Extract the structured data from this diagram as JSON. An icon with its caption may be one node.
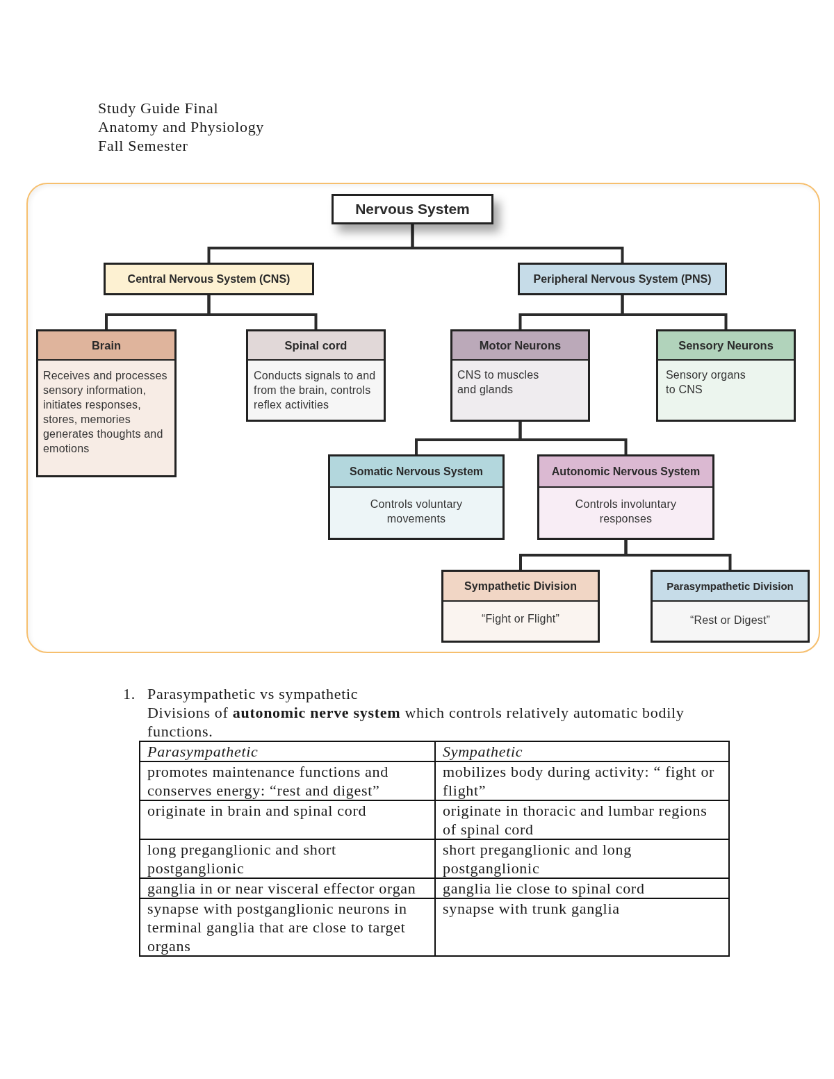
{
  "diagram": {
    "title": "Study Guide Final",
    "nodes": [
      {
        "text": [
          "Nervous System"
        ]
      },
      {
        "text": [
          "Central Nervous System (CNS)"
        ]
      },
      {
        "text": [
          "Peripheral Nervous System (PNS)"
        ]
      },
      {
        "text": [
          "Brain",
          "Receives and processes sensory information, initiates responses, stores, memories generates thoughts and emotions"
        ]
      },
      {
        "text": [
          "Spinal cord",
          "Conducts signals to and from the brain, controls reflex activities"
        ]
      },
      {
        "text": [
          "Motor Neurons",
          "CNS to muscles and glands"
        ]
      },
      {
        "text": [
          "Sensory Neurons",
          "Sensory organs to CNS"
        ]
      },
      {
        "text": [
          "Somatic Nervous System",
          "Controls voluntary movements"
        ]
      },
      {
        "text": [
          "Autonomic Nervous System",
          "Controls involuntary responses"
        ]
      },
      {
        "text": [
          "Sympathetic Division",
          "“Fight or Flight”"
        ]
      },
      {
        "text": [
          "Parasympathetic Division",
          "“Rest or Digest”"
        ]
      }
    ],
    "edges": [
      {
        "from": 0,
        "to": 1,
        "arrow": "none"
      },
      {
        "from": 0,
        "to": 2,
        "arrow": "none"
      },
      {
        "from": 1,
        "to": 3,
        "arrow": "none"
      },
      {
        "from": 1,
        "to": 4,
        "arrow": "none"
      },
      {
        "from": 2,
        "to": 5,
        "arrow": "none"
      },
      {
        "from": 2,
        "to": 6,
        "arrow": "none"
      },
      {
        "from": 5,
        "to": 7,
        "arrow": "none"
      },
      {
        "from": 5,
        "to": 8,
        "arrow": "none"
      },
      {
        "from": 8,
        "to": 9,
        "arrow": "none"
      },
      {
        "from": 8,
        "to": 10,
        "arrow": "none"
      }
    ],
    "labels": [
      "Anatomy and Physiology",
      "Fall Semester",
      "1.",
      "Parasympathetic vs sympathetic",
      "Divisions of **autonomic nerve system** which controls relatively automatic bodily functions.",
      "Parasympathetic",
      "Sympathetic",
      "promotes maintenance functions and conserves energy: “rest and digest”",
      "mobilizes body during activity: “ fight or flight”",
      "originate in brain and spinal cord",
      "originate in thoracic and lumbar regions of spinal cord",
      "long preganglionic and short postganglionic",
      "short preganglionic and long postganglionic",
      "ganglia in or near visceral effector organ",
      "ganglia lie close to spinal cord",
      "synapse with postganglionic neurons in terminal ganglia that are close to target organs",
      "synapse with trunk ganglia"
    ]
  }
}
